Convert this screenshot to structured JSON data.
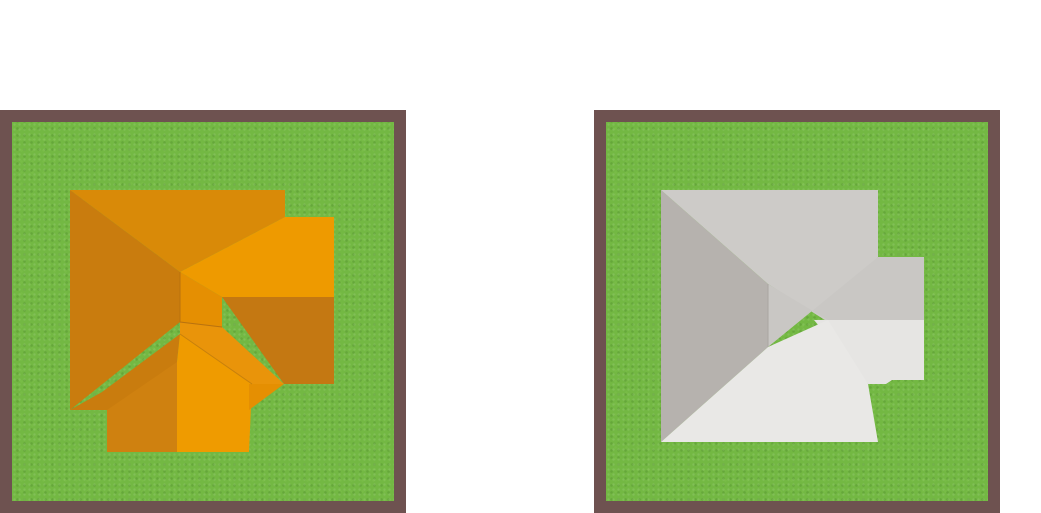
{
  "scene": {
    "background": "#ffffff",
    "plots": [
      {
        "name": "plot-selected",
        "roof_style": "cross-hip",
        "roof_color": "#ee9800",
        "ground": "grass",
        "border_color": "#6e5250"
      },
      {
        "name": "plot-unselected",
        "roof_style": "hip-with-wing",
        "roof_color": "#cfcdca",
        "ground": "grass",
        "border_color": "#6e5250"
      }
    ]
  }
}
